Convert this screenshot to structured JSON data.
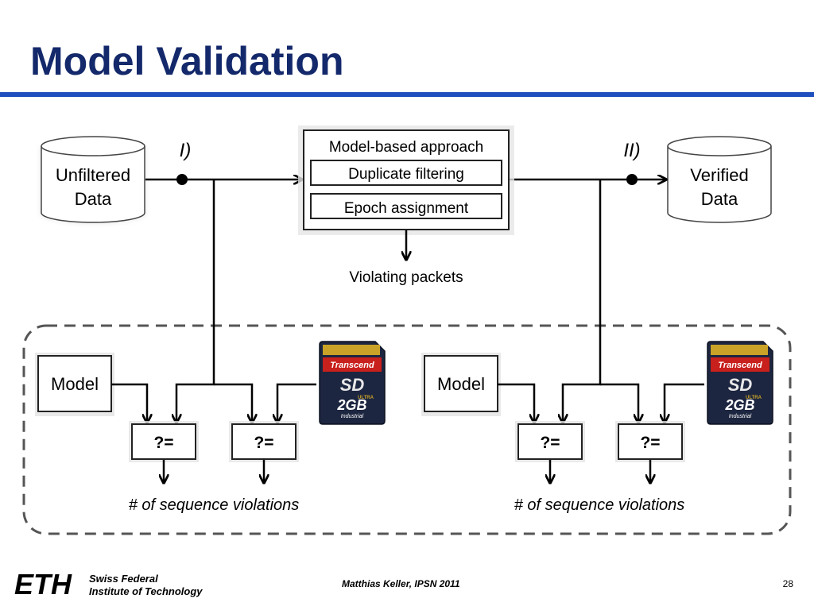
{
  "slide": {
    "title": "Model Validation",
    "page_number": "28"
  },
  "diagram": {
    "unfiltered_db": {
      "line1": "Unfiltered",
      "line2": "Data"
    },
    "verified_db": {
      "line1": "Verified",
      "line2": "Data"
    },
    "label_stage1": "I)",
    "label_stage2": "II)",
    "approach": {
      "title": "Model-based approach",
      "step1": "Duplicate filtering",
      "step2": "Epoch assignment"
    },
    "violating_packets": "Violating packets",
    "left_group": {
      "model": "Model",
      "compare1": "?=",
      "compare2": "?=",
      "result": "# of sequence violations"
    },
    "right_group": {
      "model": "Model",
      "compare1": "?=",
      "compare2": "?=",
      "result": "# of sequence violations"
    },
    "sd_card": {
      "brand": "Transcend",
      "logo": "SD",
      "capacity": "2GB",
      "variant": "ULTRA",
      "grade": "Industrial"
    }
  },
  "footer": {
    "logo_text": "ETH",
    "institution_line1": "Swiss Federal",
    "institution_line2": "Institute of Technology",
    "author": "Matthias Keller, IPSN 2011"
  },
  "colors": {
    "title": "#14296b",
    "rule": "#1f4fbf",
    "sd_red": "#c8201c",
    "sd_gold": "#c9a227",
    "sd_body": "#1d2640"
  }
}
